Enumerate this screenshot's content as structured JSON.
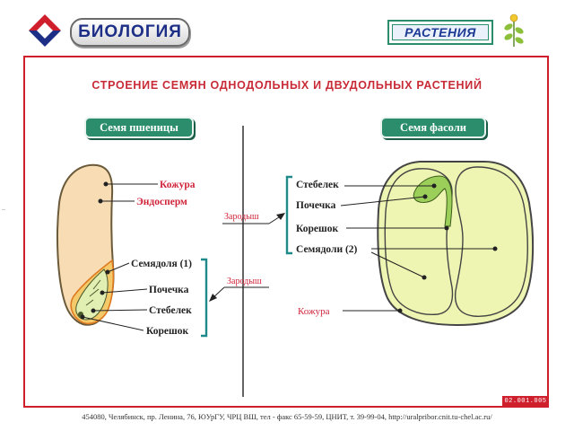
{
  "header": {
    "logo_title": "БИОЛОГИЯ",
    "section_title": "РАСТЕНИЯ"
  },
  "diagram": {
    "title": "СТРОЕНИЕ СЕМЯН ОДНОДОЛЬНЫХ И ДВУДОЛЬНЫХ РАСТЕНИЙ",
    "left_seed": {
      "badge": "Семя пшеницы",
      "label_peel": "Кожура",
      "label_endosperm": "Эндосперм",
      "label_cotyledon": "Семядоля (1)",
      "label_bud": "Почечка",
      "label_stem": "Стебелек",
      "label_root": "Корешок"
    },
    "center": {
      "embryo_upper": "Зародыш",
      "embryo_lower": "Зародыш"
    },
    "right_seed": {
      "badge": "Семя фасоли",
      "label_stem": "Стебелек",
      "label_bud": "Почечка",
      "label_root": "Корешок",
      "label_cotyledons": "Семядоли (2)",
      "label_peel": "Кожура"
    },
    "code": "02.001.005"
  },
  "footer": {
    "text": "454080, Челябинск, пр. Ленина, 76, ЮУрГУ, ЧРЦ ВШ, тел - факс 65-59-59, ЦНИТ, т. 39-99-04, http://uralpribor.cnit.tu-chel.ac.ru/"
  },
  "colors": {
    "accent_red": "#cf1f2d",
    "label_red": "#d0243a",
    "badge_green": "#2c8d6d",
    "bracket_teal": "#1f8a8a",
    "logo_blue": "#1c2e86",
    "wheat_fill": "#f7dcb4",
    "bean_fill": "#eef5b2"
  }
}
